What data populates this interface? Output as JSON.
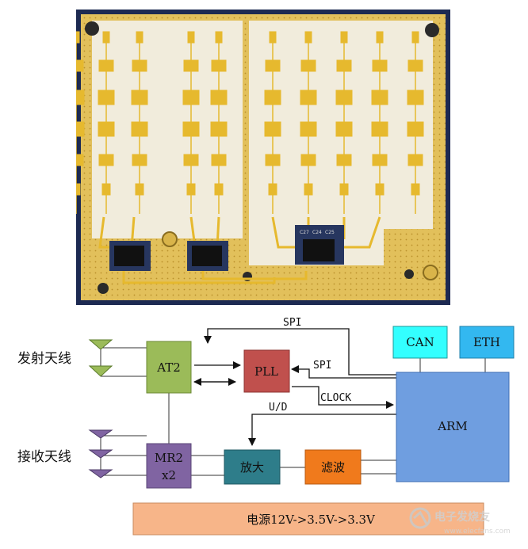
{
  "photo": {
    "silkscreen": [
      "C27",
      "C24",
      "C25"
    ]
  },
  "diagram": {
    "tx_antenna_label": "发射天线",
    "rx_antenna_label": "接收天线",
    "blocks": {
      "at2": "AT2",
      "mr2_line1": "MR2",
      "mr2_line2": "x2",
      "pll": "PLL",
      "arm": "ARM",
      "can": "CAN",
      "eth": "ETH",
      "amp": "放大",
      "filter": "滤波",
      "power": "电源12V->3.5V->3.3V"
    },
    "signals": {
      "spi_top": "SPI",
      "spi_pll": "SPI",
      "clock": "CLOCK",
      "ud": "U/D"
    },
    "colors": {
      "at2": "#9bbb59",
      "mr2": "#8064a2",
      "pll": "#c0504d",
      "arm": "#6f9ee0",
      "can": "#33ffff",
      "eth": "#33b8f0",
      "amp": "#2e7d8a",
      "filter": "#f07a1c",
      "power": "#f7b589",
      "tx_ant": "#9bbb59",
      "rx_ant": "#8064a2"
    },
    "watermark": {
      "brand": "电子发烧友",
      "url": "www.elecfans.com"
    }
  }
}
